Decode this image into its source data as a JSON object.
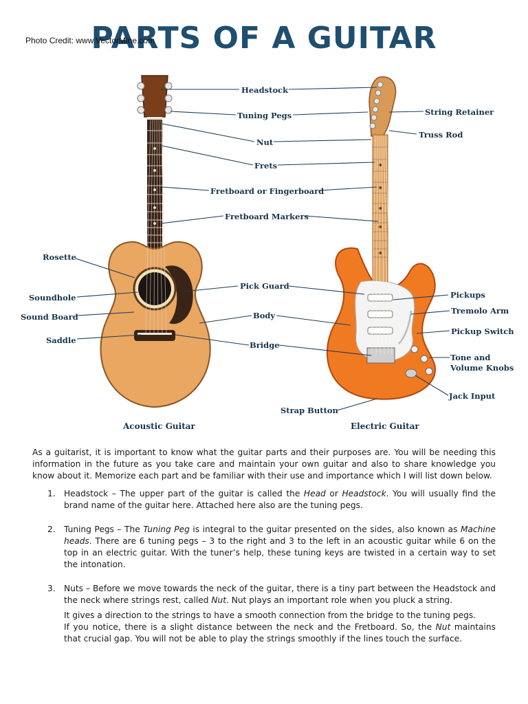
{
  "header": {
    "credit": "Photo Credit: www.VectorMine.com",
    "title": "PARTS OF A GUITAR"
  },
  "diagram": {
    "acoustic_caption": "Acoustic Guitar",
    "electric_caption": "Electric Guitar",
    "labels": {
      "headstock": "Headstock",
      "tuning_pegs": "Tuning Pegs",
      "nut": "Nut",
      "frets": "Frets",
      "fretboard": "Fretboard or Fingerboard",
      "fretboard_markers": "Fretboard Markers",
      "rosette": "Rosette",
      "soundhole": "Soundhole",
      "sound_board": "Sound Board",
      "saddle": "Saddle",
      "pick_guard": "Pick Guard",
      "body": "Body",
      "bridge": "Bridge",
      "string_retainer": "String Retainer",
      "truss_rod": "Truss Rod",
      "pickups": "Pickups",
      "tremolo_arm": "Tremolo Arm",
      "pickup_switch": "Pickup Switch",
      "tone_volume_1": "Tone and",
      "tone_volume_2": "Volume Knobs",
      "jack_input": "Jack Input",
      "strap_button": "Strap Button"
    },
    "colors": {
      "label_text": "#16334a",
      "title": "#1f4e6f",
      "acoustic_body": "#e9a762",
      "electric_body": "#f07a22",
      "neck": "#d99a57"
    }
  },
  "body": {
    "intro": "As a guitarist, it is important to know what the guitar parts and their purposes are. You will be needing this information in the future as you take care and maintain your own guitar and also to share knowledge you know about it. Memorize each part and be familiar with their use and importance which I will list down below.",
    "items": [
      {
        "num": "1.",
        "a": "Headstock – The upper part of the guitar is called the ",
        "em1": "Head",
        "b": " or ",
        "em2": "Headstock",
        "c": ". You will usually find the brand name of the guitar here. Attached here also are the tuning pegs."
      },
      {
        "num": "2.",
        "a": "Tuning Pegs – The ",
        "em1": "Tuning Peg",
        "b": " is integral to the guitar presented on the sides, also known as ",
        "em2": "Machine heads",
        "c": ". There are 6 tuning pegs – 3 to the right and 3 to the left in an acoustic guitar while 6 on the top in an electric guitar. With the tuner’s help, these tuning keys are twisted in a certain way to set the intonation."
      },
      {
        "num": "3.",
        "a": "Nuts – Before we move towards the neck of the guitar, there is a tiny part between the Headstock and the neck where strings rest, called ",
        "em1": "Nut",
        "b": ". Nut plays an important role when you pluck a string.",
        "sub1": "It gives a direction to the strings to have a smooth connection from the bridge to the tuning pegs.",
        "sub2a": "If you notice, there is a slight distance between the neck and the Fretboard. So, the ",
        "sub2em": "Nut",
        "sub2b": " maintains that crucial gap. You will not be able to play the strings smoothly if the lines touch the surface."
      }
    ]
  }
}
